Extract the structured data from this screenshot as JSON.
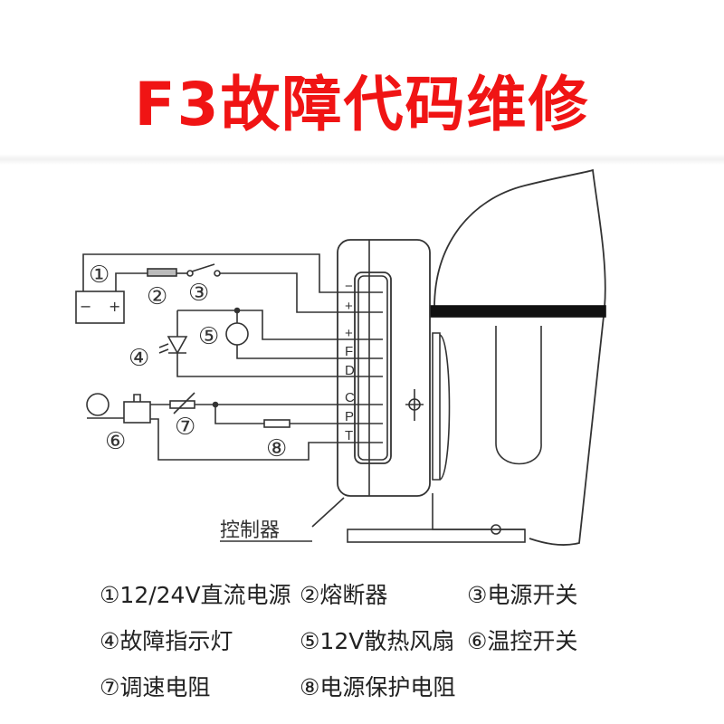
{
  "title": "F3故障代码维修",
  "diagram": {
    "controller_label": "控制器",
    "pins": [
      "−",
      "+",
      "+",
      "F",
      "D",
      "C",
      "P",
      "T"
    ],
    "markers": [
      "①",
      "②",
      "③",
      "④",
      "⑤",
      "⑥",
      "⑦",
      "⑧"
    ],
    "battery_minus": "−",
    "battery_plus": "+"
  },
  "legend": [
    "①12/24V直流电源",
    "②熔断器",
    "③电源开关",
    "④故障指示灯",
    "⑤12V散热风扇",
    "⑥温控开关",
    "⑦调速电阻",
    "⑧电源保护电阻"
  ]
}
